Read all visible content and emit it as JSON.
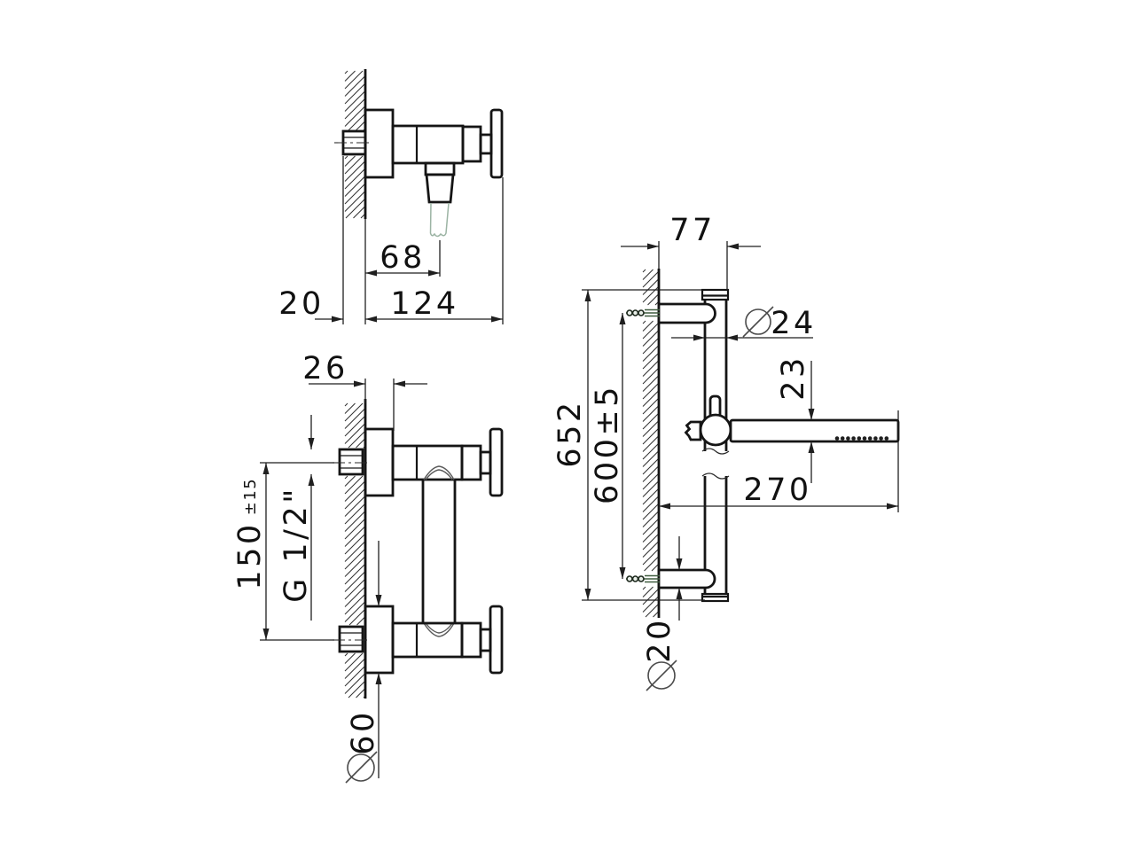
{
  "drawing": {
    "views": {
      "top": {
        "dims": {
          "spout_projection": "68",
          "wall_clearance": "20",
          "total_projection": "124"
        }
      },
      "front": {
        "dims": {
          "escutcheon_depth": "26",
          "inlet_centers": "150",
          "inlet_centers_tolerance": "±15",
          "thread_size": "G 1/2\"",
          "escutcheon_diameter_symbol": "⌀",
          "escutcheon_diameter": "60"
        }
      },
      "side": {
        "dims": {
          "bracket_projection": "77",
          "bar_diameter_symbol": "⌀",
          "bar_diameter": "24",
          "handshower_diameter": "23",
          "overall_height": "652",
          "fixing_centers": "600±5",
          "handshower_length": "270",
          "bracket_diameter_symbol": "⌀",
          "bracket_diameter": "20"
        }
      }
    }
  }
}
